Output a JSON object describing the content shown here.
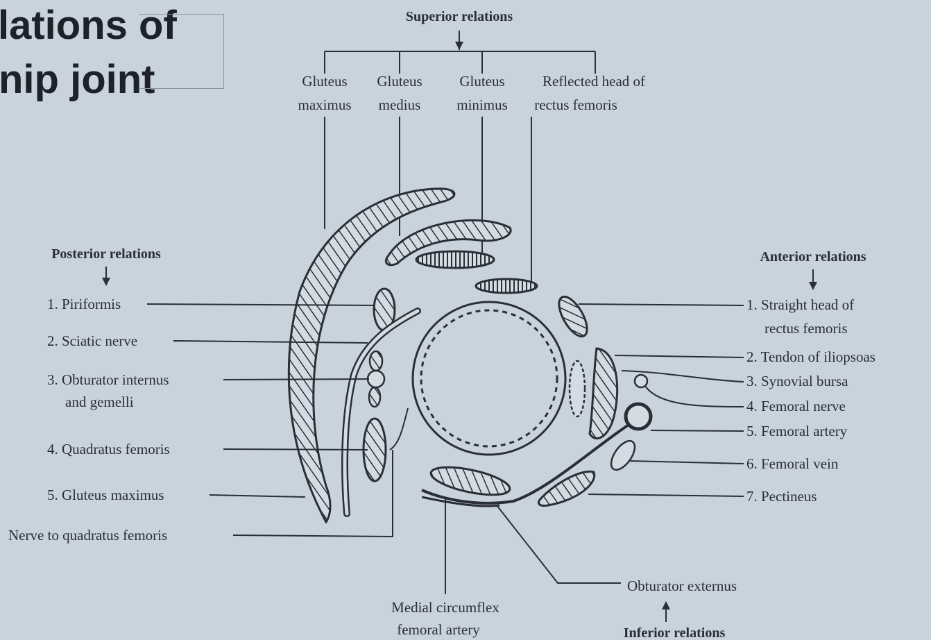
{
  "title": {
    "line1": "lations of",
    "line2": "nip joint"
  },
  "superior": {
    "heading": "Superior relations",
    "items": [
      {
        "line1": "Gluteus",
        "line2": "maximus"
      },
      {
        "line1": "Gluteus",
        "line2": "medius"
      },
      {
        "line1": "Gluteus",
        "line2": "minimus"
      },
      {
        "line1": "Reflected head of",
        "line2": "rectus femoris"
      }
    ]
  },
  "posterior": {
    "heading": "Posterior relations",
    "items": [
      {
        "line1": "1. Piriformis"
      },
      {
        "line1": "2. Sciatic nerve"
      },
      {
        "line1": "3. Obturator internus",
        "line2": "and gemelli"
      },
      {
        "line1": "4. Quadratus femoris"
      },
      {
        "line1": "5. Gluteus maximus"
      }
    ],
    "extra": "Nerve to quadratus femoris"
  },
  "anterior": {
    "heading": "Anterior relations",
    "items": [
      {
        "line1": "1. Straight head of",
        "line2": "rectus femoris"
      },
      {
        "line1": "2. Tendon of iliopsoas"
      },
      {
        "line1": "3. Synovial bursa"
      },
      {
        "line1": "4. Femoral nerve"
      },
      {
        "line1": "5. Femoral artery"
      },
      {
        "line1": "6. Femoral vein"
      },
      {
        "line1": "7. Pectineus"
      }
    ]
  },
  "inferior": {
    "heading": "Inferior relations",
    "obturator": "Obturator externus",
    "medial_line1": "Medial circumflex",
    "medial_line2": "femoral artery"
  }
}
